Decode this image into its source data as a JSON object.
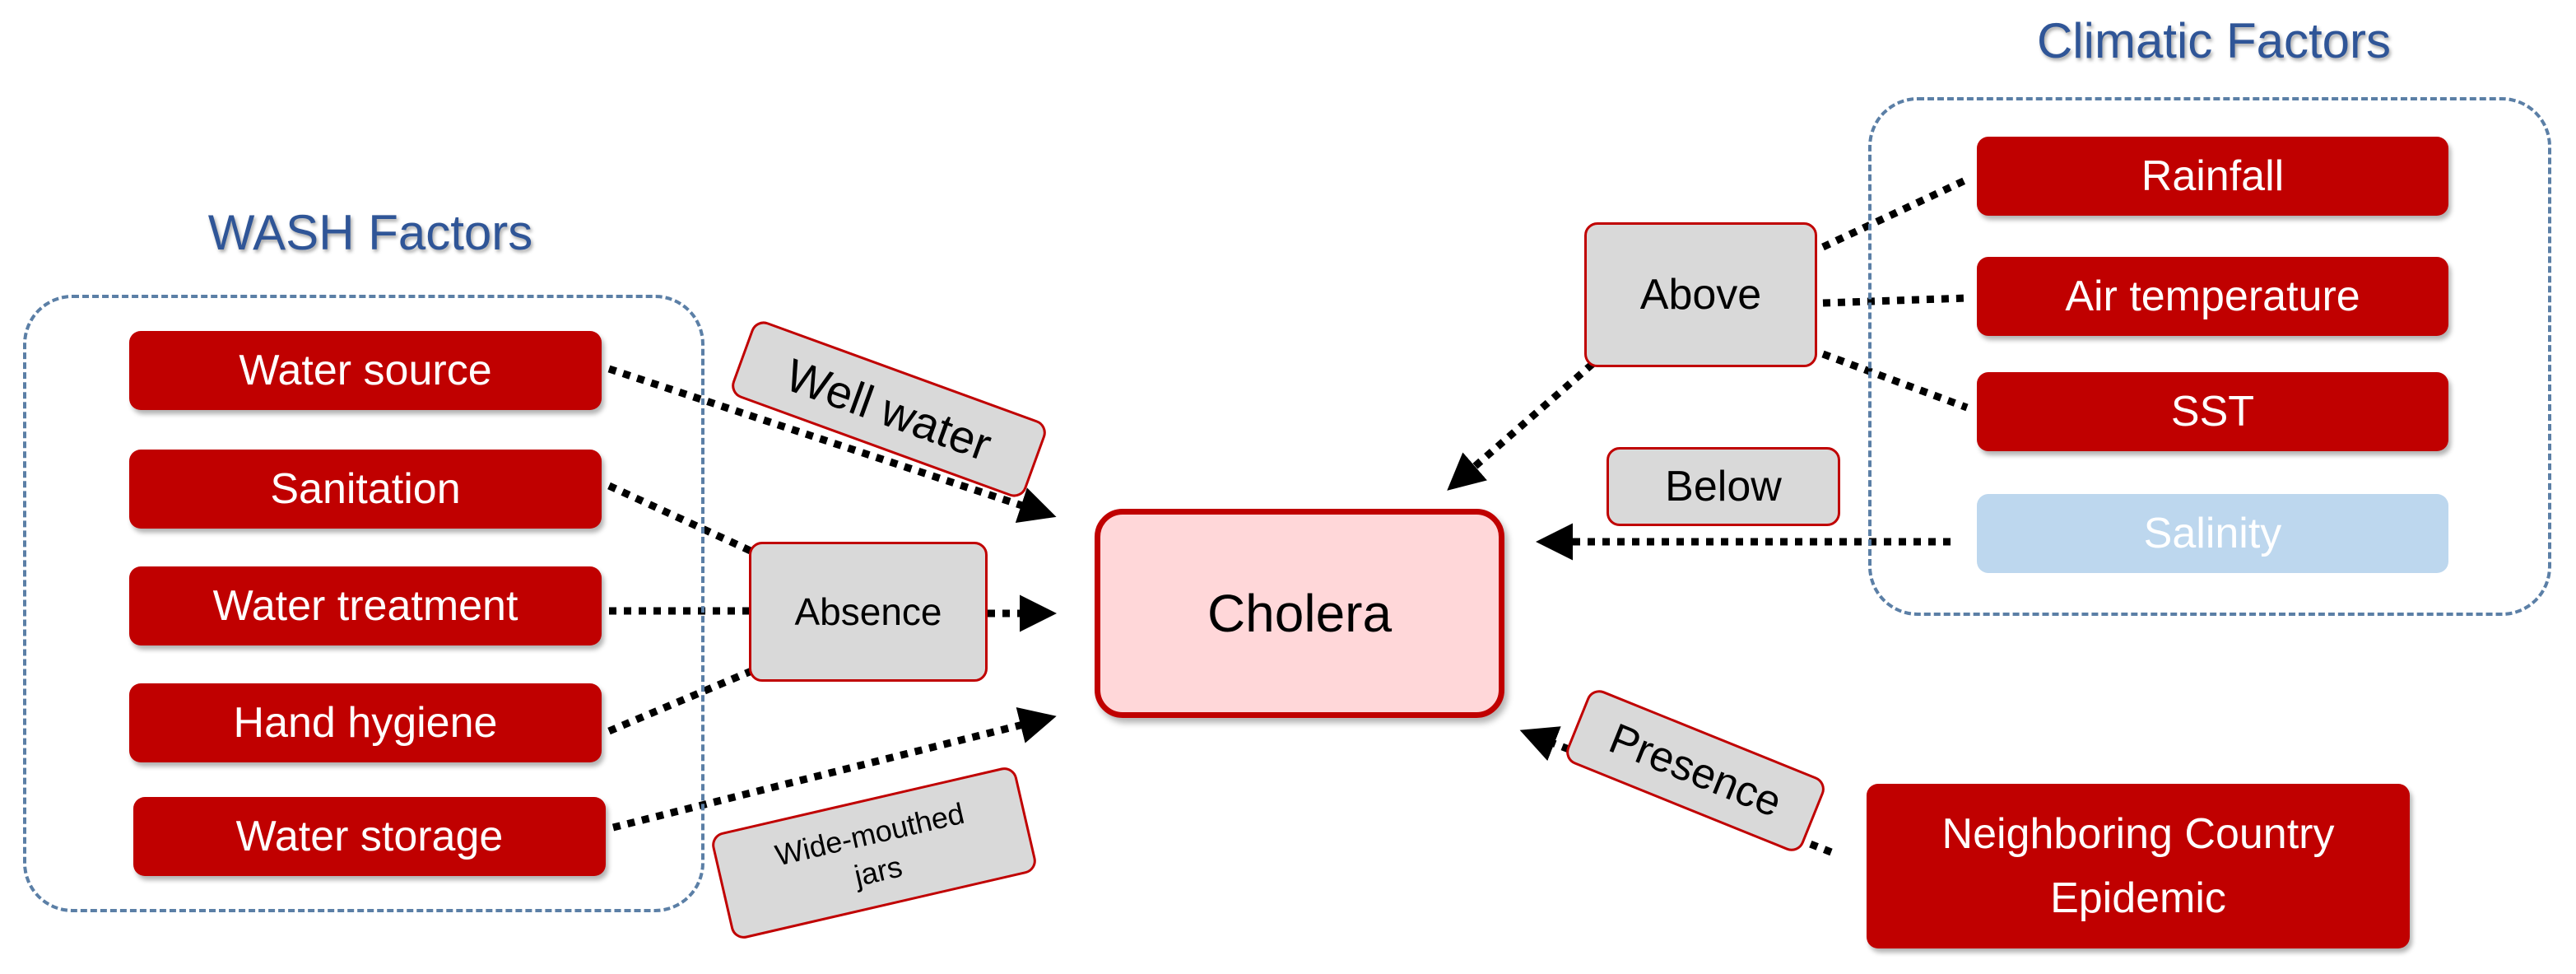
{
  "wash": {
    "title": "WASH Factors",
    "items": [
      "Water source",
      "Sanitation",
      "Water treatment",
      "Hand hygiene",
      "Water storage"
    ]
  },
  "climatic": {
    "title": "Climatic Factors",
    "items": [
      "Rainfall",
      "Air temperature",
      "SST",
      "Salinity"
    ]
  },
  "center": "Cholera",
  "neighbor": {
    "line1": "Neighboring Country",
    "line2": "Epidemic"
  },
  "labels": {
    "well_water": "Well water",
    "absence": "Absence",
    "wide_line1": "Wide-mouthed",
    "wide_line2": "jars",
    "above": "Above",
    "below": "Below",
    "presence": "Presence"
  },
  "colors": {
    "factor_fill": "#c00000",
    "center_fill": "#ffd7d9",
    "label_fill": "#d9d9d9",
    "faded_fill": "#bdd7ee",
    "title_text": "#2f5597",
    "group_border": "#5b7fa6"
  }
}
